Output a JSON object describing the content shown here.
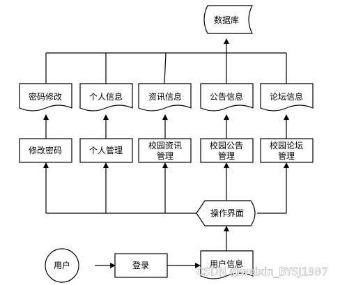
{
  "nodes": {
    "database": "数据库",
    "doc_password": "密码修改",
    "doc_personal": "个人信息",
    "doc_news": "资讯信息",
    "doc_notice": "公告信息",
    "doc_forum": "论坛信息",
    "proc_password": "修改密码",
    "proc_personal": "个人管理",
    "proc_news": [
      "校园资讯",
      "管理"
    ],
    "proc_notice": [
      "校园公告",
      "管理"
    ],
    "proc_forum": [
      "校园论坛",
      "管理"
    ],
    "operation_ui": "操作界面",
    "user": "用户",
    "login": "登录",
    "user_info": "用户信息"
  },
  "watermark": "CSDN @weixin_BYSJ1987"
}
